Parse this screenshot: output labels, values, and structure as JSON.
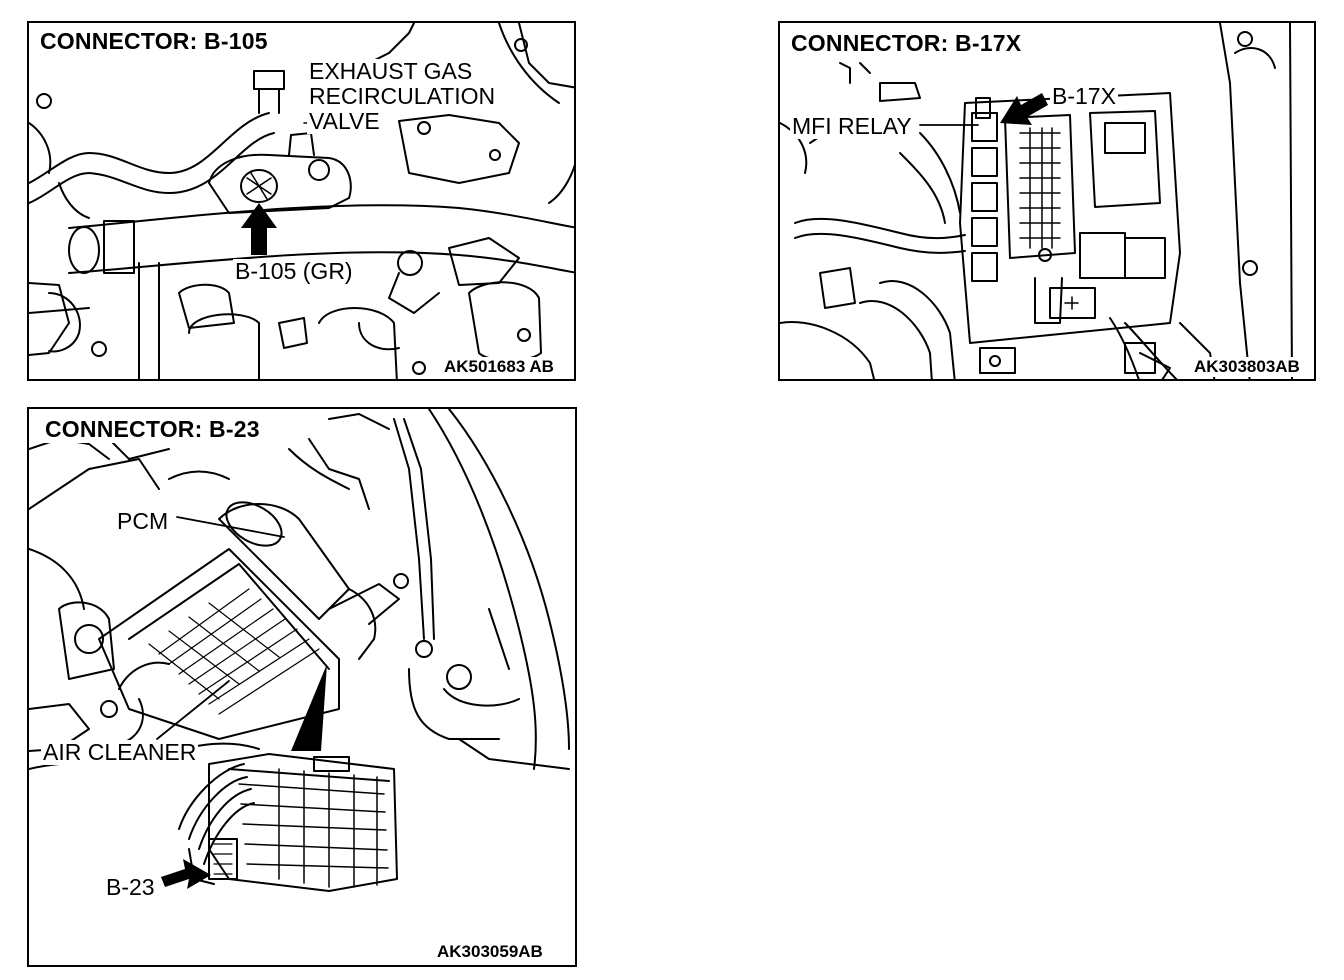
{
  "panels": [
    {
      "title": "CONNECTOR: B-105",
      "callouts": {
        "component_line1": "EXHAUST GAS",
        "component_line2": "RECIRCULATION",
        "component_line3": "VALVE",
        "connector": "B-105 (GR)"
      },
      "code": "AK501683 AB"
    },
    {
      "title": "CONNECTOR: B-17X",
      "callouts": {
        "connector": "B-17X",
        "component": "MFI RELAY"
      },
      "code": "AK303803AB"
    },
    {
      "title": "CONNECTOR: B-23",
      "callouts": {
        "pcm": "PCM",
        "air_cleaner": "AIR CLEANER",
        "connector": "B-23"
      },
      "code": "AK303059AB"
    }
  ],
  "colors": {
    "line": "#000000",
    "background": "#ffffff"
  }
}
